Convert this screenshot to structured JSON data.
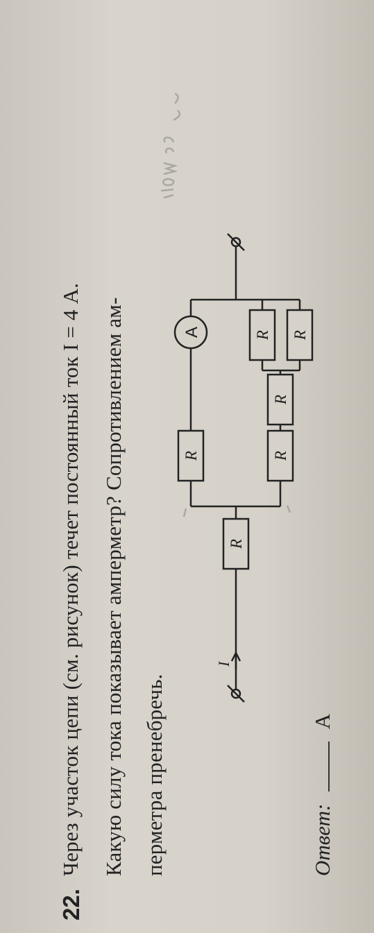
{
  "problem": {
    "number": "22.",
    "lines": [
      "Через участок цепи (см. рисунок) течет постоянный ток I = 4 А.",
      "Какую силу тока показывает амперметр? Сопротивлением ам-",
      "перметра пренебречь."
    ]
  },
  "circuit": {
    "resistor_label": "R",
    "ammeter_label": "A",
    "current_label": "I"
  },
  "answer": {
    "label": "Ответ:",
    "unit": "А"
  }
}
